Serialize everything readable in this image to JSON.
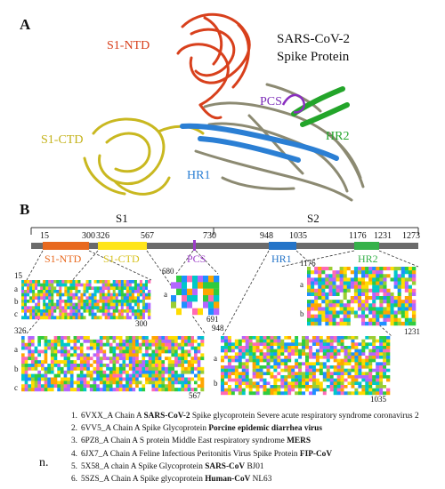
{
  "panel_a": {
    "label": "A",
    "title_line1": "SARS-CoV-2",
    "title_line2": "Spike Protein",
    "domains": {
      "ntd": "S1-NTD",
      "ctd": "S1-CTD",
      "pcs": "PCS",
      "hr2": "HR2",
      "hr1": "HR1"
    }
  },
  "panel_b": {
    "label": "B",
    "s1_label": "S1",
    "s2_label": "S2",
    "positions": [
      "15",
      "300",
      "326",
      "567",
      "730",
      "948",
      "1035",
      "1176",
      "1231",
      "1273"
    ],
    "bar_labels": {
      "ntd": "S1-NTD",
      "ctd": "S1-CTD",
      "pcs": "PCS",
      "hr1": "HR1",
      "hr2": "HR2"
    },
    "colors": {
      "ntd": "#e8691f",
      "ctd": "#ffe51a",
      "pcs": "#9c3cc8",
      "hr1": "#2474c8",
      "hr2": "#36b24a",
      "bar": "#6b6b6b"
    },
    "alignment_numbers": {
      "ntd_start": "15",
      "ntd_end": "300",
      "ctd_start": "326",
      "ctd_end": "567",
      "pcs_start": "680",
      "pcs_end": "691",
      "hr1_start": "948",
      "hr1_end": "1035",
      "hr2_start": "1176",
      "hr2_end": "1231"
    },
    "row_letters": [
      "a",
      "b",
      "c"
    ],
    "legend_n": "n.",
    "legend": [
      {
        "num": "1.",
        "pre": "6VXX_A Chain A ",
        "bold": "SARS-CoV-2",
        "post": " Spike glycoprotein Severe acute respiratory syndrome coronavirus 2"
      },
      {
        "num": "2.",
        "pre": "6VV5_A Chain A Spike Glycoprotein ",
        "bold": "Porcine epidemic diarrhea virus",
        "post": ""
      },
      {
        "num": "3.",
        "pre": "6PZ8_A Chain A S protein Middle East respiratory syndrome ",
        "bold": "MERS",
        "post": ""
      },
      {
        "num": "4.",
        "pre": "6JX7_A Chain A Feline Infectious Peritonitis Virus Spike Protein ",
        "bold": "FIP-CoV",
        "post": ""
      },
      {
        "num": "5.",
        "pre": "5X58_A chain A Spike Glycoprotein ",
        "bold": "SARS-CoV",
        "post": " BJ01"
      },
      {
        "num": "6.",
        "pre": "5SZS_A Chain A Spike glycoprotein ",
        "bold": "Human-CoV",
        "post": " NL63"
      }
    ]
  }
}
